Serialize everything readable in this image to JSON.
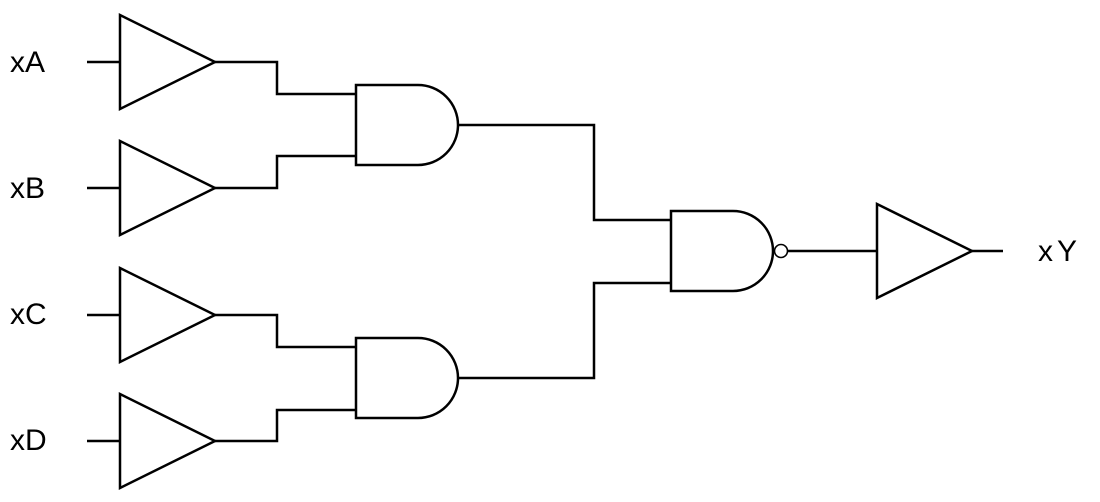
{
  "inputs": {
    "a": "xA",
    "b": "xB",
    "c": "xC",
    "d": "xD"
  },
  "output": {
    "y": "xY"
  },
  "gates": {
    "input_buffers": 4,
    "and_gates": 2,
    "nand_gates": 1,
    "output_buffers": 1
  },
  "colors": {
    "stroke": "#000000",
    "background": "#ffffff"
  }
}
